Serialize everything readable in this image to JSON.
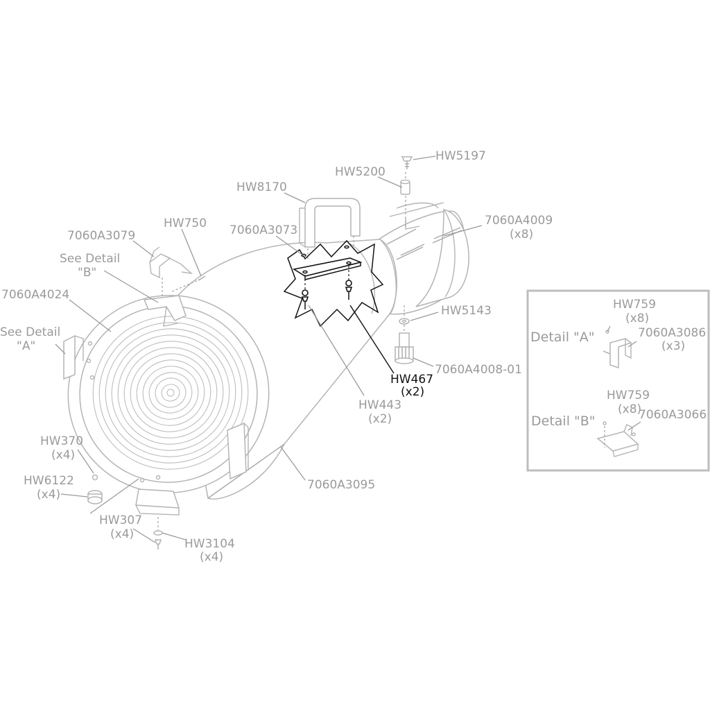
{
  "labels": {
    "hw5197": "HW5197",
    "hw5200": "HW5200",
    "hw8170": "HW8170",
    "p7060a4009": "7060A4009",
    "p7060a4009_qty": "(x8)",
    "p7060a3073": "7060A3073",
    "hw750": "HW750",
    "p7060a3079": "7060A3079",
    "see_detail_b_1": "See Detail",
    "see_detail_b_2": "\"B\"",
    "p7060a4024": "7060A4024",
    "see_detail_a_1": "See Detail",
    "see_detail_a_2": "\"A\"",
    "hw5143": "HW5143",
    "p7060a4008_01": "7060A4008-01",
    "hw467": "HW467",
    "hw467_qty": "(x2)",
    "hw443": "HW443",
    "hw443_qty": "(x2)",
    "hw370": "HW370",
    "hw370_qty": "(x4)",
    "hw6122": "HW6122",
    "hw6122_qty": "(x4)",
    "p7060a3095": "7060A3095",
    "hw307": "HW307",
    "hw307_qty": "(x4)",
    "hw3104": "HW3104",
    "hw3104_qty": "(x4)"
  },
  "detail_box": {
    "detail_a_title": "Detail \"A\"",
    "detail_a_hw759": "HW759",
    "detail_a_hw759_qty": "(x8)",
    "detail_a_part": "7060A3086",
    "detail_a_part_qty": "(x3)",
    "detail_b_title": "Detail \"B\"",
    "detail_b_hw759": "HW759",
    "detail_b_hw759_qty": "(x8)",
    "detail_b_part": "7060A3066"
  },
  "colors": {
    "line": "#b4b4b4",
    "label": "#9a9a9a",
    "highlight": "#111111",
    "detail_box_border": "#bdbdbd"
  }
}
